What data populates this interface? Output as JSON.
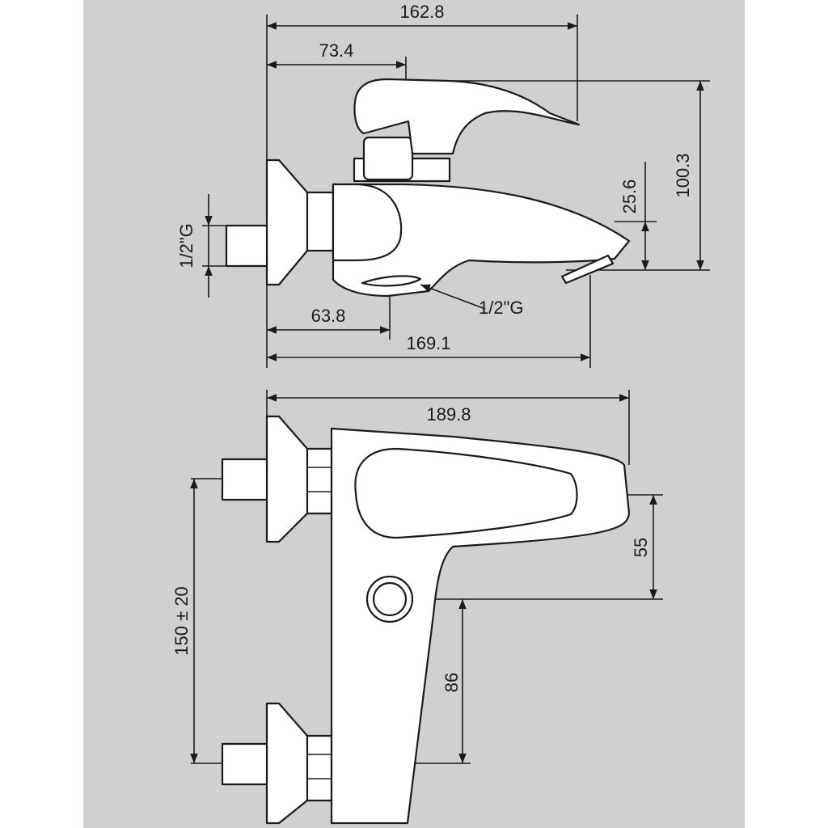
{
  "colors": {
    "panel": "#cfd0d2",
    "ink": "#1b1b1b",
    "part_fill": "#ffffff"
  },
  "side_view": {
    "overall_width": "162.8",
    "lever_offset": "73.4",
    "height": "100.3",
    "spout_height": "25.6",
    "inlet_thread": "1/2\"G",
    "outlet_thread": "1/2\"G",
    "outlet_offset": "63.8",
    "total_length": "169.1"
  },
  "top_view": {
    "overall_width": "189.8",
    "lever_to_diverter": "55",
    "diverter_to_inlet": "86",
    "inlet_spacing": "150 ± 20"
  }
}
